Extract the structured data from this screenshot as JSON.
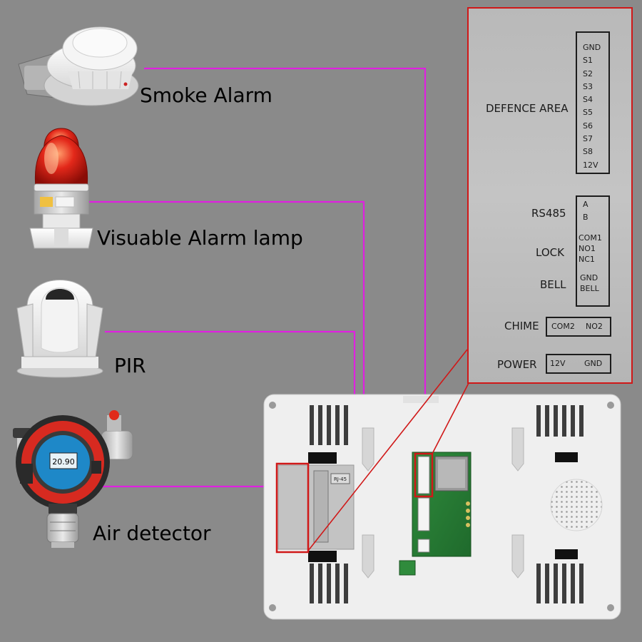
{
  "devices": {
    "smoke": "Smoke Alarm",
    "lamp": "Visuable Alarm lamp",
    "pir": "PIR",
    "air": "Air detector",
    "air_reading": "20.90"
  },
  "terminal_panel": {
    "defence_area": {
      "label": "DEFENCE AREA",
      "pins": [
        "GND",
        "S1",
        "S2",
        "S3",
        "S4",
        "S5",
        "S6",
        "S7",
        "S8",
        "12V"
      ]
    },
    "rs485": {
      "label": "RS485",
      "pins": [
        "A",
        "B"
      ]
    },
    "lock": {
      "label": "LOCK",
      "pins": [
        "COM1",
        "NO1",
        "NC1"
      ]
    },
    "bell": {
      "label": "BELL",
      "pins": [
        "GND",
        "BELL"
      ]
    },
    "chime": {
      "label": "CHIME",
      "pins": [
        "COM2",
        "NO2"
      ]
    },
    "power": {
      "label": "POWER",
      "pins": [
        "12V",
        "GND"
      ]
    }
  },
  "monitor": {
    "port_label": "RJ-45"
  },
  "colors": {
    "wire": "#e020e0",
    "highlight": "#d01818",
    "background": "#8a8a8a"
  }
}
